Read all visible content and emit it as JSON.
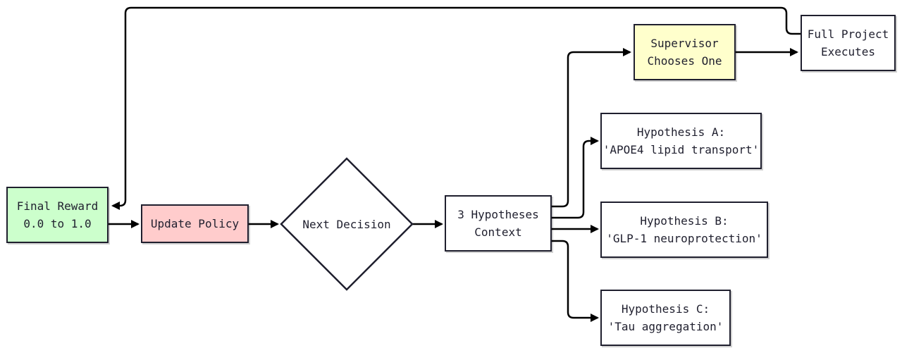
{
  "colors": {
    "stroke": "#1f1f2e",
    "reward_fill": "#ccffcc",
    "update_fill": "#ffcccc",
    "supervisor_fill": "#ffffcc",
    "default_fill": "#ffffff"
  },
  "nodes": {
    "final_reward": {
      "line1": "Final Reward",
      "line2": "0.0 to 1.0"
    },
    "update_policy": {
      "line1": "Update Policy"
    },
    "next_decision": {
      "line1": "Next Decision"
    },
    "hypotheses_context": {
      "line1": "3 Hypotheses",
      "line2": "Context"
    },
    "supervisor": {
      "line1": "Supervisor",
      "line2": "Chooses One"
    },
    "full_project": {
      "line1": "Full Project",
      "line2": "Executes"
    },
    "hypothesis_a": {
      "line1": "Hypothesis A:",
      "line2": "'APOE4 lipid transport'"
    },
    "hypothesis_b": {
      "line1": "Hypothesis B:",
      "line2": "'GLP-1 neuroprotection'"
    },
    "hypothesis_c": {
      "line1": "Hypothesis C:",
      "line2": "'Tau aggregation'"
    }
  }
}
